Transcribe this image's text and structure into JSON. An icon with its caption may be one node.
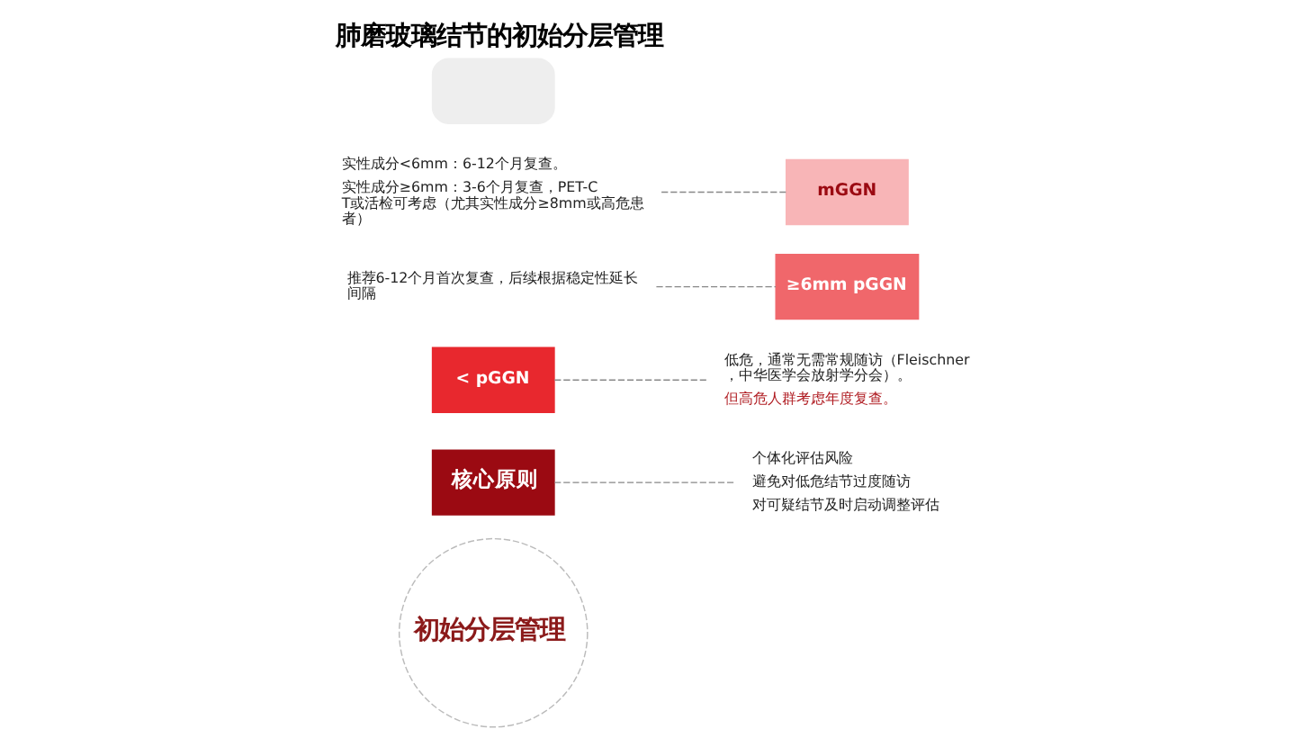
{
  "diagram": {
    "title": "肺磨玻璃结节的初始分层管理",
    "nodes": [
      {
        "text": [
          "初始分层管理"
        ]
      },
      {
        "text": [
          "核心原则"
        ]
      },
      {
        "text": [
          "< pGGN"
        ]
      },
      {
        "text": [
          "≥6mm pGGN"
        ]
      },
      {
        "text": [
          "mGGN"
        ]
      },
      {
        "text": [],
        "shape": "segment"
      },
      {
        "text": [
          "个体化评估风险",
          "避免对低危结节过度随访",
          "对可疑结节及时启动调整评估"
        ]
      },
      {
        "text": [
          "低危，通常无需常规随访（Fleischner，中华医学会放射学分会）。",
          "但高危人群考虑年度复查。"
        ]
      },
      {
        "text": [
          "推荐6-12个月首次复查，后续根据稳定性延长间隔"
        ]
      },
      {
        "text": [
          "实性成分<6mm：6-12个月复查。",
          "实性成分≥6mm：3-6个月复查，PET-CT或活检可考虑（尤其实性成分≥8mm或高危患者）"
        ]
      }
    ],
    "edges": [
      {
        "from": 1,
        "to": 6,
        "arrow": "none",
        "style": "dashed"
      },
      {
        "from": 2,
        "to": 7,
        "arrow": "none",
        "style": "dashed"
      },
      {
        "from": 8,
        "to": 3,
        "arrow": "none",
        "style": "dashed"
      },
      {
        "from": 9,
        "to": 4,
        "arrow": "none",
        "style": "dashed"
      }
    ]
  }
}
